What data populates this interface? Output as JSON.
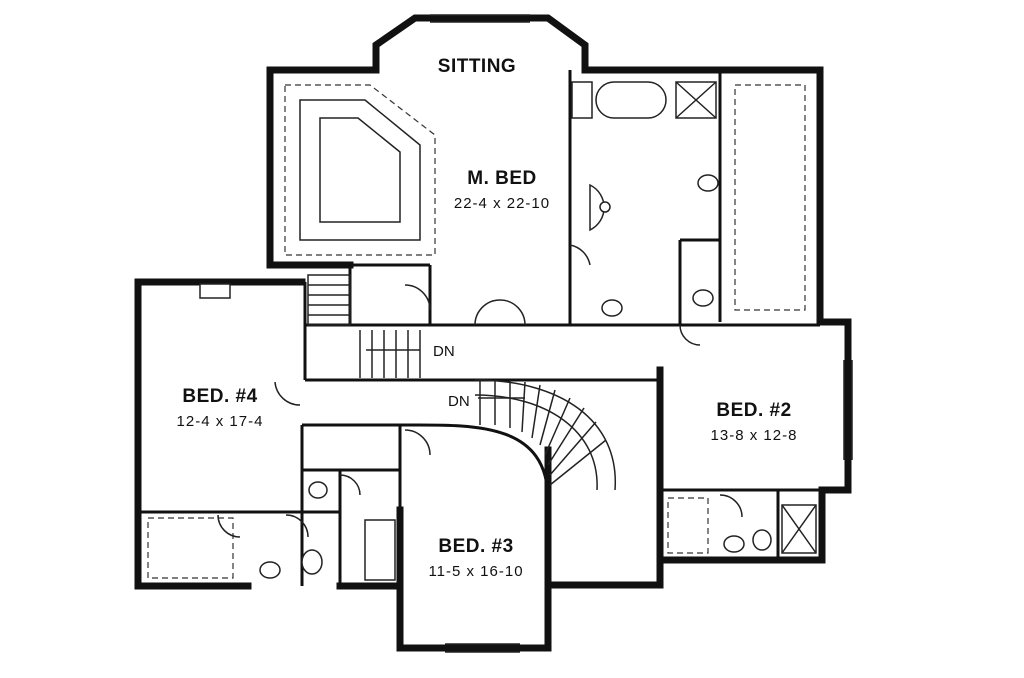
{
  "rooms": {
    "sitting": {
      "name": "SITTING"
    },
    "master": {
      "name": "M. BED",
      "size": "22-4 x 22-10"
    },
    "bed4": {
      "name": "BED. #4",
      "size": "12-4 x 17-4"
    },
    "bed2": {
      "name": "BED. #2",
      "size": "13-8 x 12-8"
    },
    "bed3": {
      "name": "BED. #3",
      "size": "11-5 x 16-10"
    }
  },
  "stairs": {
    "straight": "DN",
    "curved": "DN"
  }
}
